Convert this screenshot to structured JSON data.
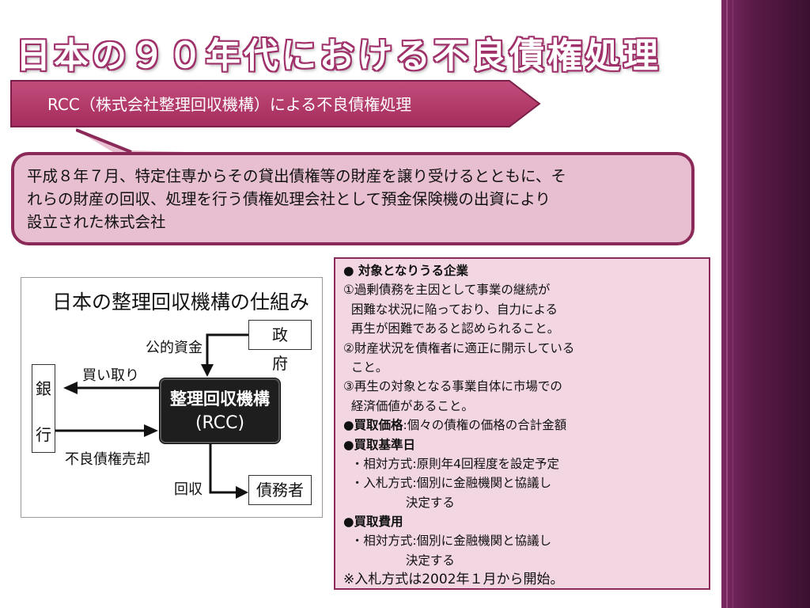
{
  "title": "日本の９０年代における不良債権処理",
  "banner": "RCC（株式会社整理回収機構）による不良債権処理",
  "bubble": {
    "lines": [
      "平成８年７月、特定住専からその貸出債権等の財産を譲り受けるとともに、そ",
      "れらの財産の回収、処理を行う債権処理会社として預金保険機の出資により",
      "設立された株式会社"
    ]
  },
  "diagram": {
    "title": "日本の整理回収機構の仕組み",
    "government": "政　府",
    "public_funds": "公的資金",
    "rcc_line1": "整理回収機構",
    "rcc_line2": "(RCC)",
    "bank_char1": "銀",
    "bank_char2": "行",
    "buy": "買い取り",
    "sell": "不良債権売却",
    "collect": "回収",
    "debtor": "債務者"
  },
  "info": {
    "target_bullet": "●",
    "target_heading": " 対象となりうる企業",
    "t1a": "①過剰債務を主因として事業の継続が",
    "t1b": "  困難な状況に陥っており、自力による",
    "t1c": "  再生が困難であると認められること。",
    "t2a": "②財産状況を債権者に適正に開示している",
    "t2b": "  こと。",
    "t3a": "③再生の対象となる事業自体に市場での",
    "t3b": "  経済価値があること。",
    "price_label": "●買取価格",
    "price_text": ":個々の債権の価格の合計金額",
    "standard_label": "●買取基準日",
    "s1": "  ・相対方式:原則年4回程度を設定予定",
    "s2": "  ・入札方式:個別に金融機関と協議し",
    "s2b": "                決定する",
    "cost_label": "●買取費用",
    "c1": "  ・相対方式:個別に金融機関と協議し",
    "c1b": "                決定する",
    "note": "※入札方式は2002年１月から開始。"
  },
  "colors": {
    "accent": "#a0306a",
    "banner_fill": "#b23a6a",
    "bubble_fill": "#e8bfd0",
    "info_fill": "#f2d6e2",
    "sidebar": "#5a1a48"
  }
}
